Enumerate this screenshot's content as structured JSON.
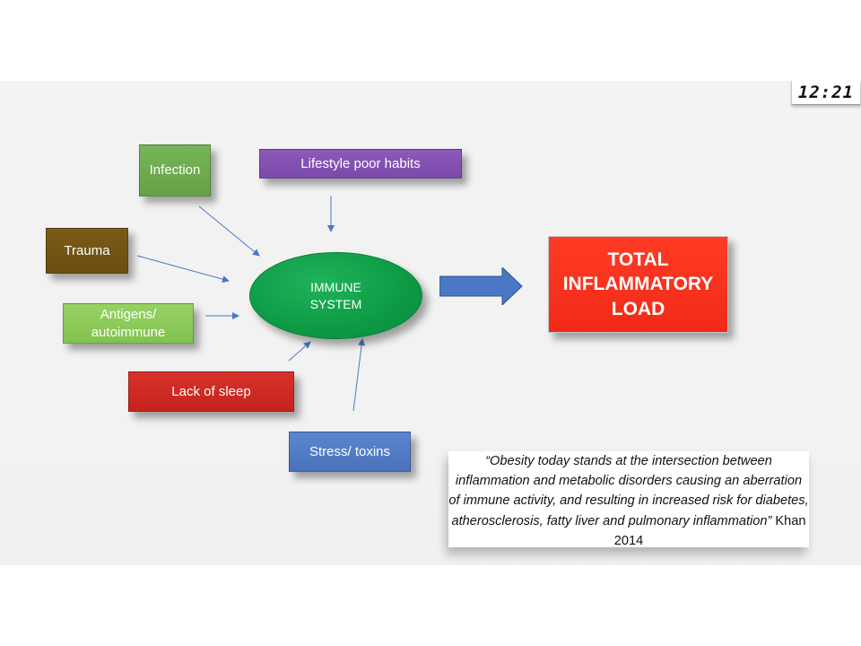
{
  "clock": "12:21",
  "causes": {
    "infection": "Infection",
    "lifestyle": "Lifestyle poor habits",
    "trauma": "Trauma",
    "antigens_line1": "Antigens/",
    "antigens_line2": "autoimmune",
    "sleep": "Lack of sleep",
    "stress": "Stress/ toxins"
  },
  "center": {
    "line1": "IMMUNE",
    "line2": "SYSTEM"
  },
  "result": {
    "line1": "TOTAL",
    "line2": "INFLAMMATORY",
    "line3": "LOAD"
  },
  "quote": {
    "text": "“Obesity today stands at the intersection between inflammation and metabolic disorders causing an aberration of immune activity, and resulting in increased risk for diabetes, atherosclerosis, fatty liver and pulmonary inflammation”",
    "citation": " Khan 2014"
  },
  "colors": {
    "infection": "#6aa84f",
    "lifestyle": "#7e4fae",
    "trauma": "#6f5114",
    "antigens": "#8bc858",
    "sleep": "#cc2a22",
    "stress": "#4f79c2",
    "immune": "#0f9a47",
    "total": "#f53420",
    "arrow": "#4a78c4"
  }
}
